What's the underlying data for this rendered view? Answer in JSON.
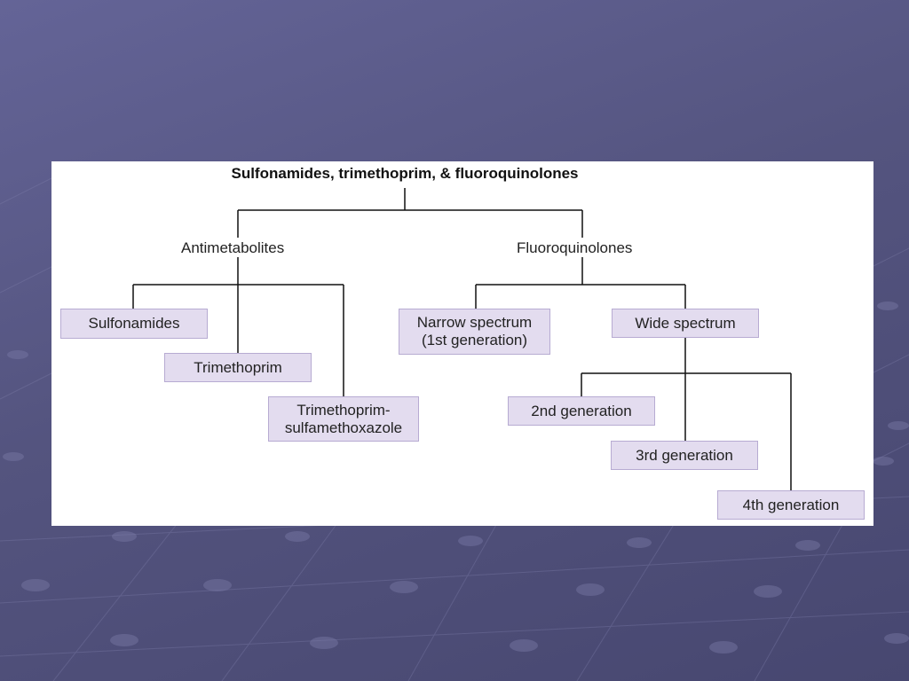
{
  "colors": {
    "node_fill": "#e3dcef",
    "node_border": "#b7abd2",
    "line": "#111111",
    "panel": "#ffffff"
  },
  "diagram": {
    "title": "Sulfonamides, trimethoprim, & fluoroquinolones",
    "groups": {
      "antimetabolites": "Antimetabolites",
      "fluoroquinolones": "Fluoroquinolones"
    },
    "nodes": {
      "sulfonamides": "Sulfonamides",
      "trimethoprim": "Trimethoprim",
      "tmp_smx": "Trimethoprim-\nsulfamethoxazole",
      "narrow": "Narrow spectrum\n (1st generation)",
      "wide": "Wide spectrum",
      "gen2": "2nd generation",
      "gen3": "3rd generation",
      "gen4": "4th generation"
    }
  }
}
